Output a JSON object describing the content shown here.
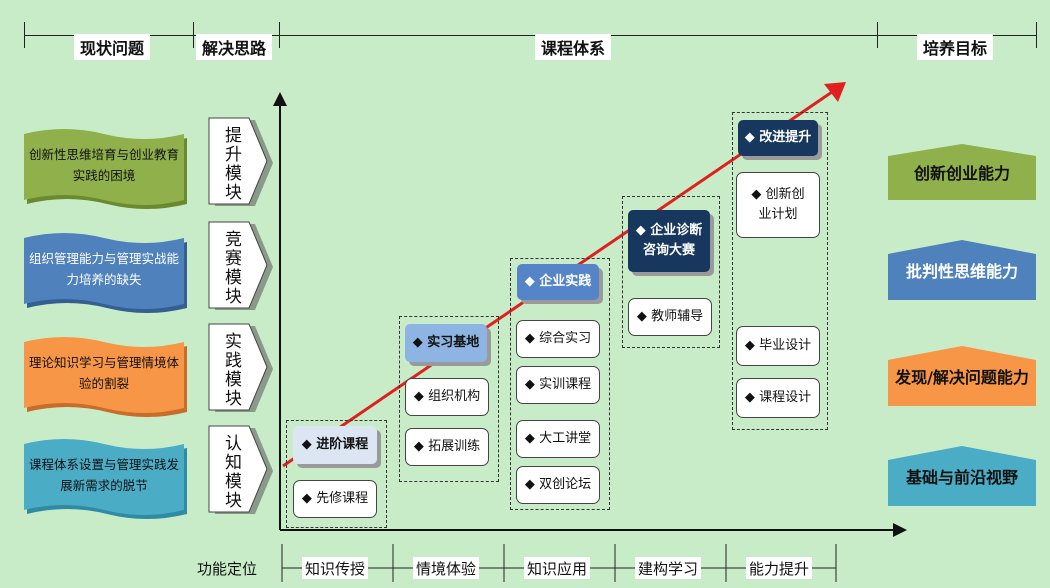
{
  "headers": {
    "current_problems": "现状问题",
    "solution_ideas": "解决思路",
    "curriculum_system": "课程体系",
    "training_goals": "培养目标"
  },
  "problems": [
    {
      "text": "创新性思维培育与创业教育实践的困境",
      "color": "#8fb04a"
    },
    {
      "text": "组织管理能力与管理实战能力培养的缺失",
      "color": "#4f81bd"
    },
    {
      "text": "理论知识学习与管理情境体验的割裂",
      "color": "#f79646"
    },
    {
      "text": "课程体系设置与管理实践发展新需求的脱节",
      "color": "#4bacc6"
    }
  ],
  "modules": [
    "提升模块",
    "竞赛模块",
    "实践模块",
    "认知模块"
  ],
  "stages": {
    "s1": {
      "head": "进阶课程",
      "items": [
        "先修课程"
      ]
    },
    "s2": {
      "head": "实习基地",
      "items": [
        "组织机构",
        "拓展训练"
      ]
    },
    "s3": {
      "head": "企业实践",
      "items": [
        "综合实习",
        "实训课程",
        "大工讲堂",
        "双创论坛"
      ]
    },
    "s4": {
      "head": "企业诊断咨询大赛",
      "items": [
        "教师辅导"
      ]
    },
    "s5": {
      "head": "改进提升",
      "items": [
        "创新创业计划",
        "毕业设计",
        "课程设计"
      ]
    }
  },
  "bullet": "◆",
  "goals": [
    {
      "text": "创新创业能力",
      "color": "#8fb04a"
    },
    {
      "text": "批判性思维能力",
      "color": "#4f81bd"
    },
    {
      "text": "发现/解决问题能力",
      "color": "#f79646"
    },
    {
      "text": "基础与前沿视野",
      "color": "#4bacc6"
    }
  ],
  "bottom": {
    "positioning": "功能定位",
    "labels": [
      "知识传授",
      "情境体验",
      "知识应用",
      "建构学习",
      "能力提升"
    ]
  }
}
